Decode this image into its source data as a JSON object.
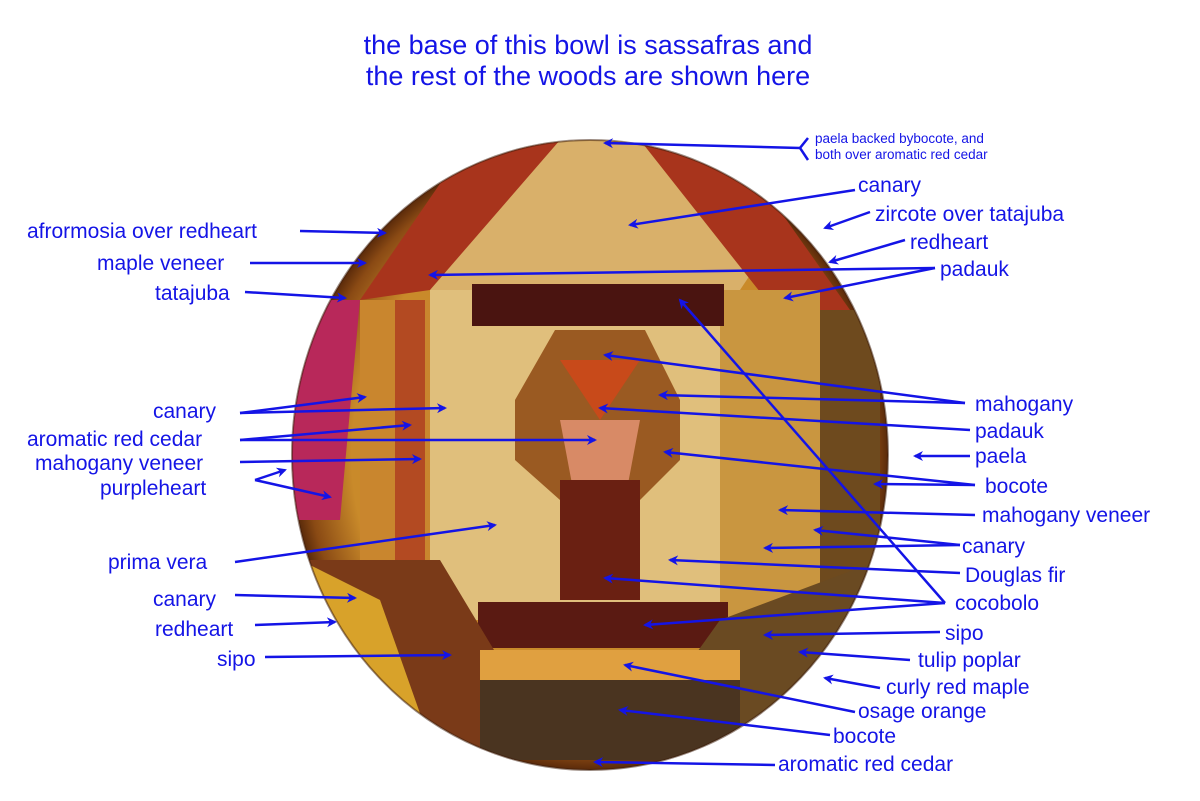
{
  "title": {
    "line1": "the base of this bowl is sassafras and",
    "line2": "the rest of the woods are shown here"
  },
  "top_note": {
    "line1": "paela backed bybocote, and",
    "line2": "both over aromatic red cedar"
  },
  "labels_left": [
    "afrormosia over redheart",
    "maple veneer",
    "tatajuba",
    "canary",
    "aromatic red cedar",
    "mahogany veneer",
    "purpleheart",
    "prima vera",
    "canary",
    "redheart",
    "sipo"
  ],
  "labels_right": [
    "canary",
    "zircote over tatajuba",
    "redheart",
    "padauk",
    "mahogany",
    "padauk",
    "paela",
    "bocote",
    "mahogany veneer",
    "canary",
    "Douglas fir",
    "cocobolo",
    "sipo",
    "tulip poplar",
    "curly red maple",
    "osage orange",
    "bocote",
    "aromatic red cedar"
  ],
  "colors": {
    "label": "#1414e6"
  }
}
